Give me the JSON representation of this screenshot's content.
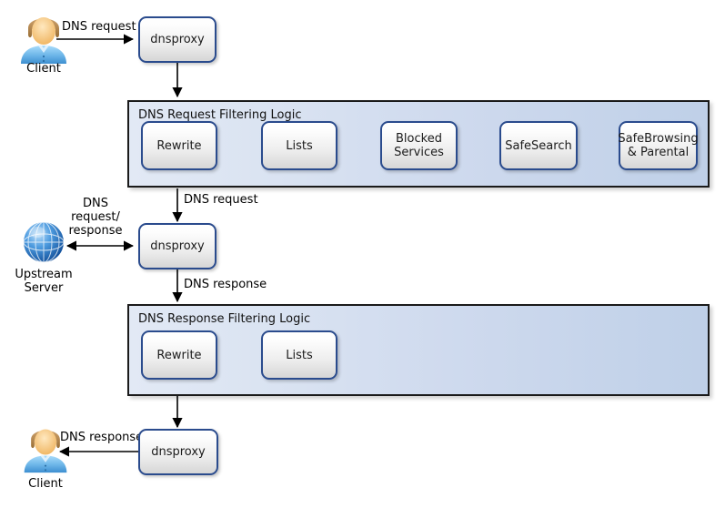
{
  "diagram": {
    "title": "DNS request and response filtering flow",
    "colors": {
      "node_border": "#2a4b8d",
      "container_border": "#1a1a1a",
      "container_fill_left": "#e2e9f5",
      "container_fill_right": "#bfd0e8",
      "edge": "#000000",
      "client_shirt": "#6cb5e8",
      "client_hair": "#b98b4e",
      "client_face": "#f6c98a",
      "globe": "#2f7fd0"
    }
  },
  "actors": {
    "client_top": {
      "label": "Client",
      "icon": "user-icon"
    },
    "upstream": {
      "label": "Upstream\nServer",
      "icon": "globe-icon"
    },
    "client_bottom": {
      "label": "Client",
      "icon": "user-icon"
    }
  },
  "nodes": {
    "dnsproxy_top": {
      "label": "dnsproxy"
    },
    "dnsproxy_middle": {
      "label": "dnsproxy"
    },
    "dnsproxy_bottom": {
      "label": "dnsproxy"
    }
  },
  "request_filtering": {
    "title": "DNS Request Filtering Logic",
    "stages": [
      {
        "label": "Rewrite"
      },
      {
        "label": "Lists"
      },
      {
        "label": "Blocked\nServices"
      },
      {
        "label": "SafeSearch"
      },
      {
        "label": "SafeBrowsing\n& Parental"
      }
    ]
  },
  "response_filtering": {
    "title": "DNS Response Filtering Logic",
    "stages": [
      {
        "label": "Rewrite"
      },
      {
        "label": "Lists"
      }
    ]
  },
  "edge_labels": {
    "client_to_proxy": "DNS request",
    "proxy_to_request_filter": "DNS request",
    "upstream_bidirectional": "DNS\nrequest/\nresponse",
    "proxy_to_response_filter": "DNS response",
    "proxy_to_client": "DNS response"
  }
}
